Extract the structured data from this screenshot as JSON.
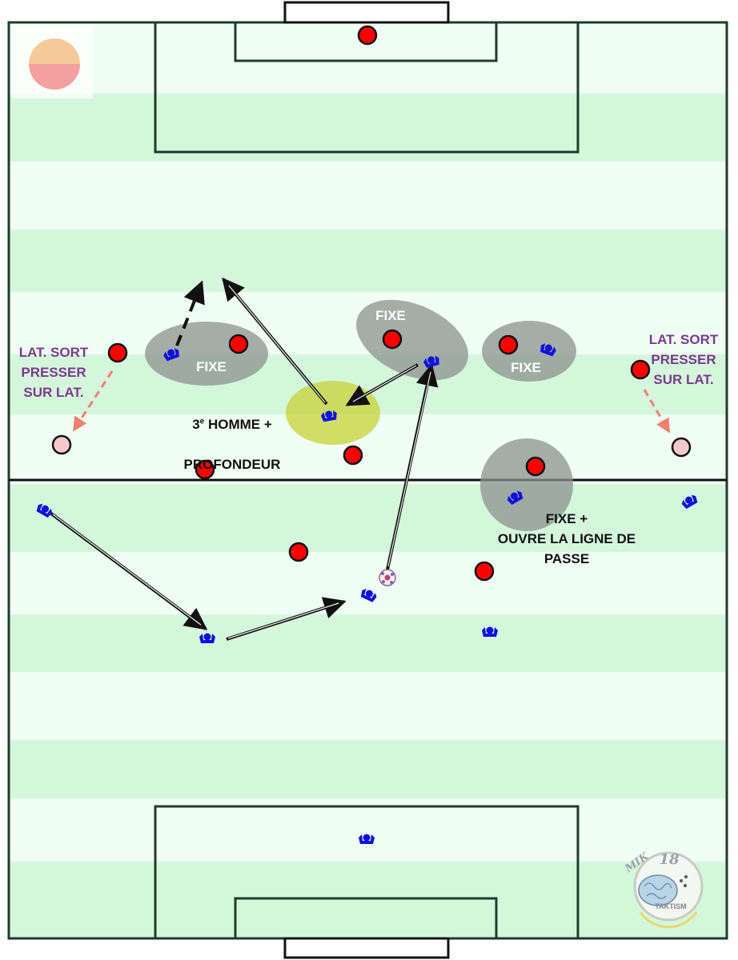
{
  "colors": {
    "grass_light": "#f0fff4",
    "grass_stripe": "#d4f7dc",
    "lines": "#1f3b2c",
    "opponent": "#ff0000",
    "opponent_wide": "#f5c9c9",
    "player": "#1010e0",
    "zone_grey": "#8c9290",
    "zone_yellow": "#c8d23a",
    "pressing_arrow": "#f08070",
    "label_purple": "#7a3a8c"
  },
  "labels": {
    "fixe_left": "FIXE",
    "fixe_center": "FIXE",
    "fixe_right": "FIXE",
    "third_man_line1": "3",
    "third_man_sup": "e",
    "third_man_line1_rest": " HOMME +",
    "third_man_line2": "PROFONDEUR",
    "fixe_open": "FIXE +\nOUVRE LA LIGNE DE\nPASSE",
    "lat_left": "LAT. SORT\nPRESSER\nSUR LAT.",
    "lat_right": "LAT. SORT\nPRESSER\nSUR LAT."
  },
  "logo": {
    "brand_left": "MIK",
    "brand_right": "18",
    "tagline": "TAKTISM",
    "icon": "brain-logo-icon"
  },
  "icons": {
    "opponent_marker": "red-disc-icon",
    "player_marker": "blue-player-icon",
    "ball": "ball-icon",
    "corner_badge": "sun-badge-icon"
  }
}
